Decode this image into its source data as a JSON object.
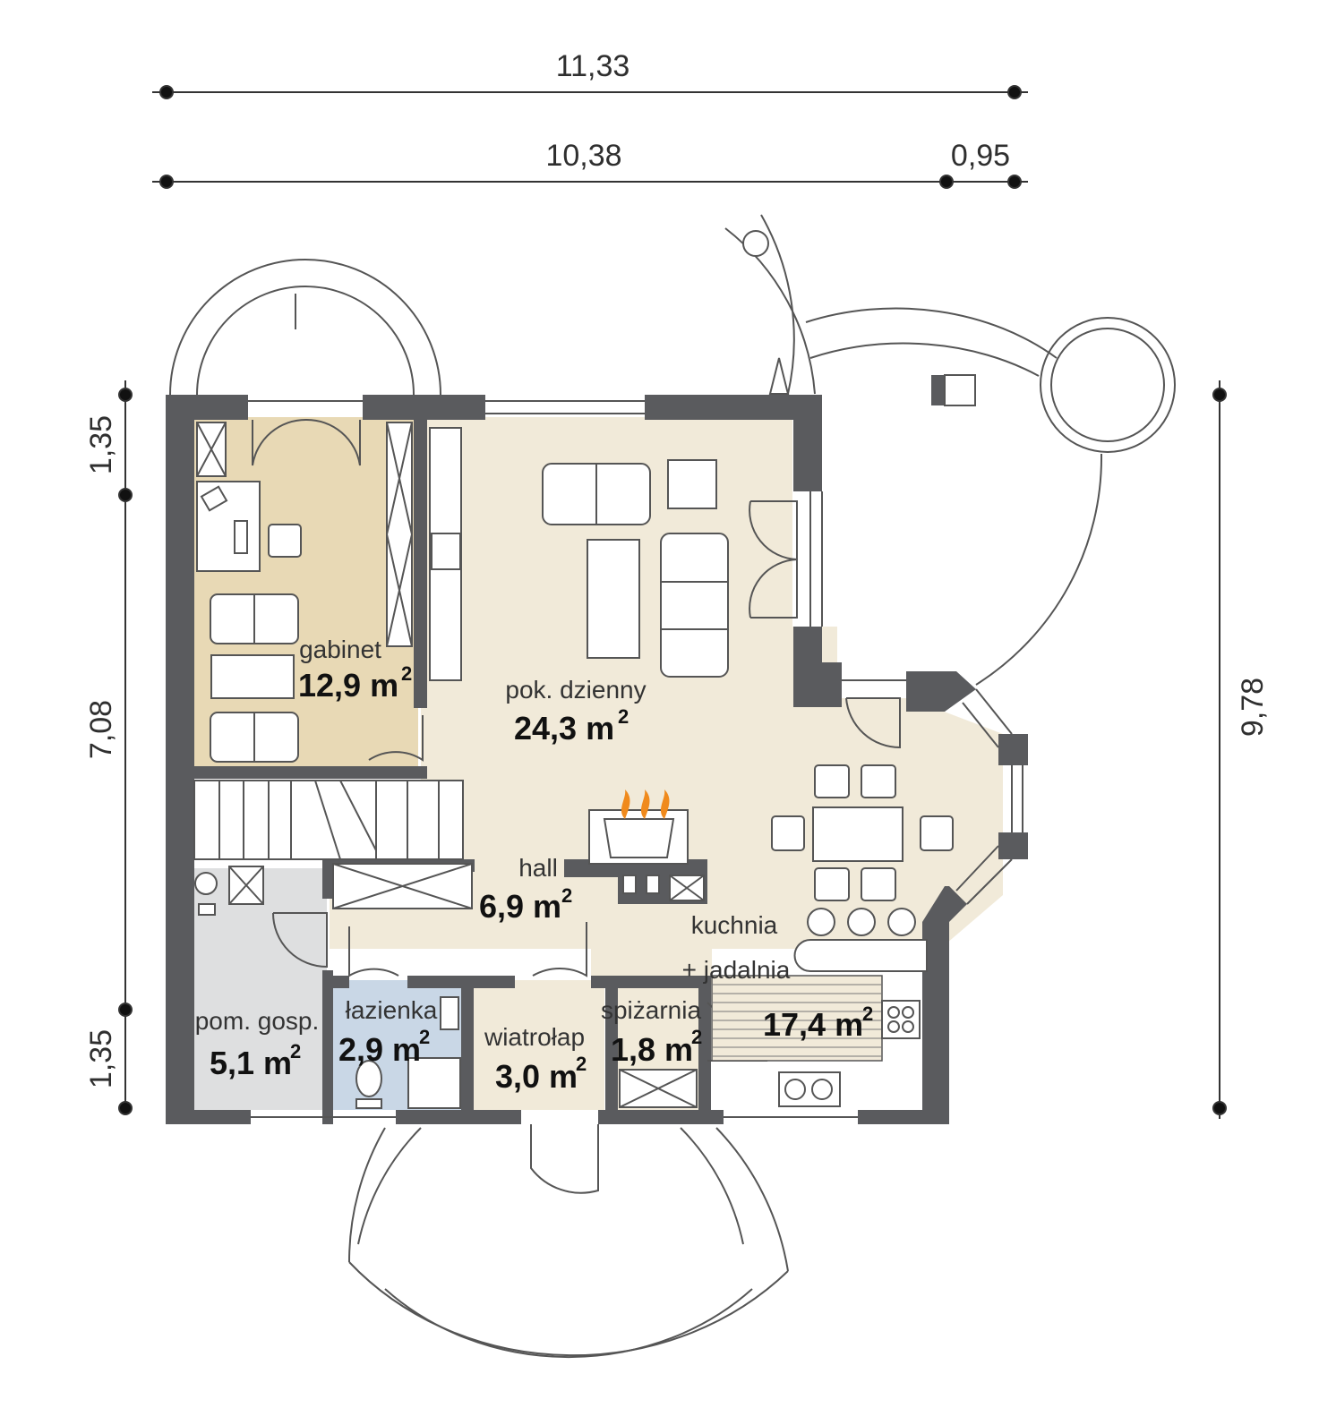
{
  "dimensions": {
    "top_total": "11,33",
    "top_main": "10,38",
    "top_small": "0,95",
    "left_top": "1,35",
    "left_mid": "7,08",
    "left_bottom": "1,35",
    "right_total": "9,78"
  },
  "rooms": {
    "gabinet": {
      "name": "gabinet",
      "area": "12,9 m",
      "sup": "2"
    },
    "pokoj": {
      "name": "pok. dzienny",
      "area": "24,3 m",
      "sup": "2"
    },
    "hall": {
      "name": "hall",
      "area": "6,9 m",
      "sup": "2"
    },
    "kuchnia": {
      "name1": "kuchnia",
      "name2": "+ jadalnia",
      "area": "17,4 m",
      "sup": "2"
    },
    "gosp": {
      "name": "pom. gosp.",
      "area": "5,1 m",
      "sup": "2"
    },
    "lazienka": {
      "name": "łazienka",
      "area": "2,9 m",
      "sup": "2"
    },
    "wiatrolap": {
      "name": "wiatrołap",
      "area": "3,0 m",
      "sup": "2"
    },
    "spizarnia": {
      "name": "spiżarnia",
      "area": "1,8 m",
      "sup": "2"
    }
  },
  "colors": {
    "wall": "#5a5b5e",
    "gabinet_floor": "#e8d9b5",
    "living_floor": "#f1ead9",
    "utility_floor": "#dedfe0",
    "bath_floor": "#c9d7e6",
    "fire": "#f08a1c"
  }
}
